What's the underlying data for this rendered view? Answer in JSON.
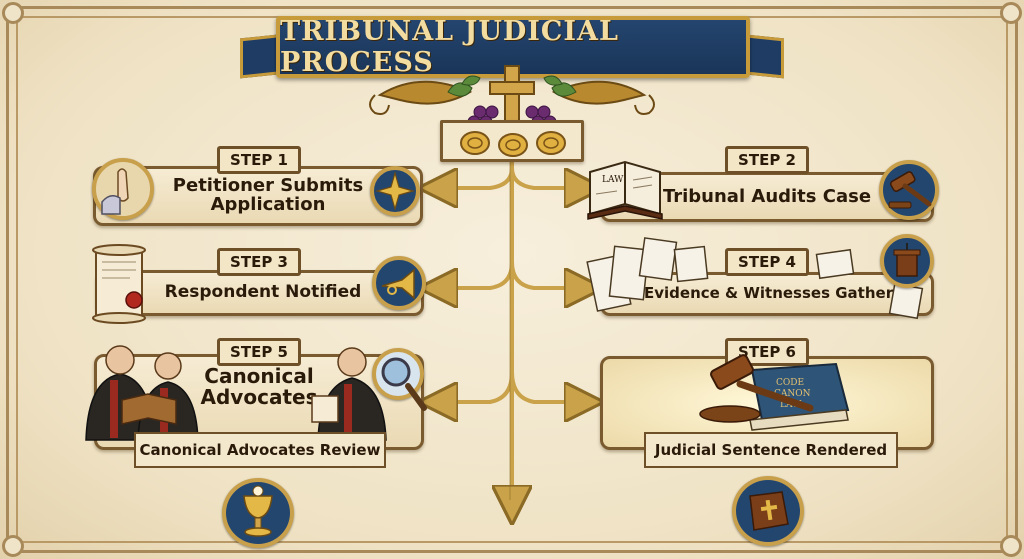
{
  "title": "TRIBUNAL JUDICIAL PROCESS",
  "steps": [
    {
      "tag": "STEP 1",
      "label_line1": "Petitioner Submits",
      "label_line2": "Application"
    },
    {
      "tag": "STEP 2",
      "label": "Tribunal Audits Case",
      "book_label": "LAW"
    },
    {
      "tag": "STEP 3",
      "label": "Respondent Notified"
    },
    {
      "tag": "STEP 4",
      "label": "Evidence & Witnesses Gathered"
    },
    {
      "tag": "STEP 5",
      "heading_line1": "Canonical",
      "heading_line2": "Advocates",
      "label": "Canonical Advocates Review"
    },
    {
      "tag": "STEP 6",
      "label": "Judicial Sentence Rendered",
      "book_label_1": "CODE",
      "book_label_2": "CANON",
      "book_label_3": "LAW"
    }
  ],
  "icons": [
    "praying-hands-icon",
    "compass-star-icon",
    "law-book-icon",
    "gavel-icon",
    "scroll-seal-icon",
    "trumpet-icon",
    "documents-icon",
    "lectern-icon",
    "priests-icon",
    "magnifier-icon",
    "chalice-icon",
    "bible-icon",
    "grapes-cross-icon",
    "coins-icon"
  ],
  "colors": {
    "navy": "#23466f",
    "gold": "#c8a04c",
    "parchment": "#f4e8cc",
    "brown": "#6e5028"
  }
}
